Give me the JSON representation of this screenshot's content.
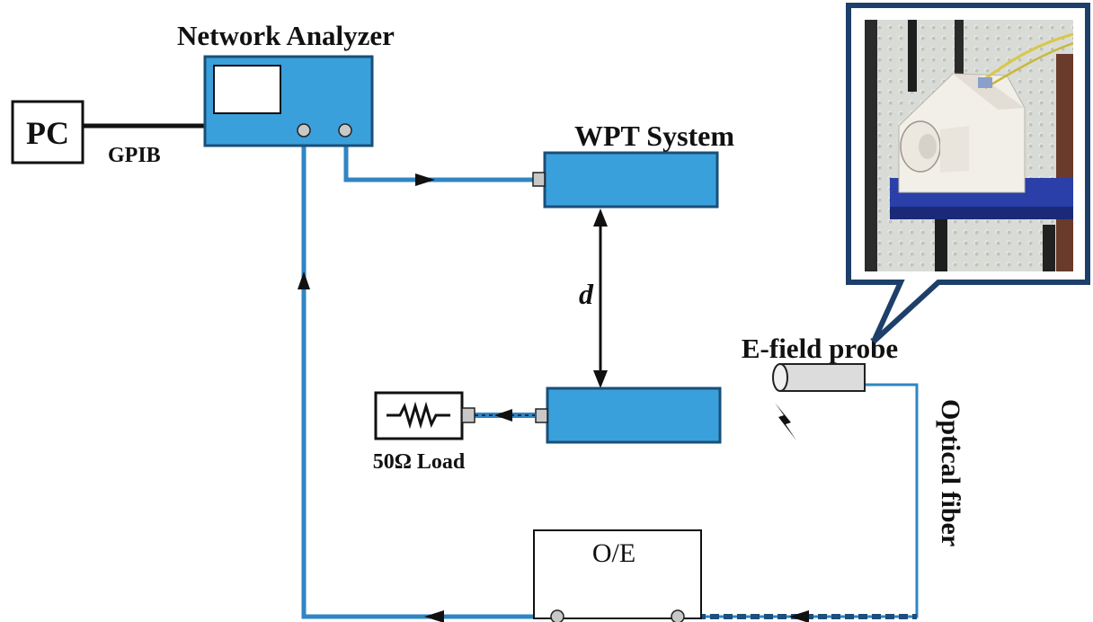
{
  "labels": {
    "network_analyzer": "Network Analyzer",
    "pc": "PC",
    "gpib": "GPIB",
    "wpt_system": "WPT System",
    "distance": "d",
    "load": "50Ω Load",
    "probe": "E-field probe",
    "fiber": "Optical fiber",
    "oe": "O/E"
  },
  "colors": {
    "cable": "#2f86c3",
    "device_fill": "#3aa0dc",
    "device_stroke": "#1a5f8c",
    "text": "#111111"
  },
  "photo_inset": {
    "description_icon": "probe-photo"
  }
}
